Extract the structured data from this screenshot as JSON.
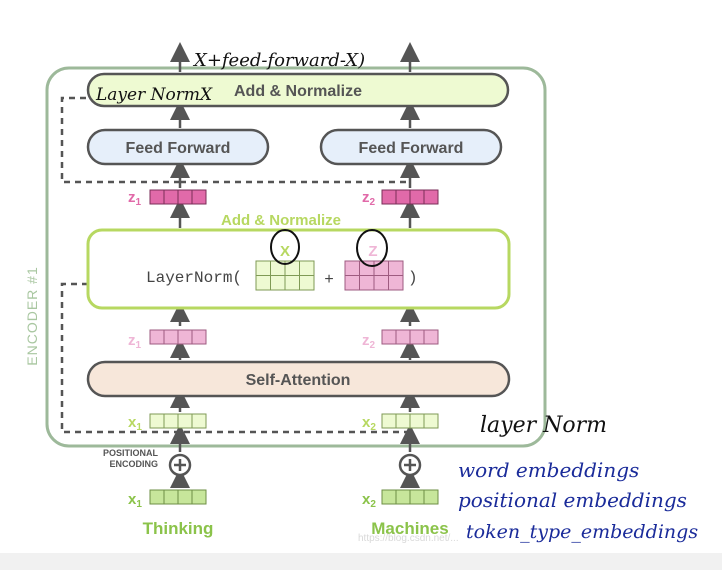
{
  "encoder_label": "ENCODER #1",
  "add_normalize_top": "Add & Normalize",
  "add_normalize_mid": "Add & Normalize",
  "feed_forward_left": "Feed Forward",
  "feed_forward_right": "Feed Forward",
  "self_attention": "Self-Attention",
  "layernorm_prefix": "LayerNorm(",
  "layernorm_plus": "+",
  "layernorm_suffix": ")",
  "matrix_x_label": "X",
  "matrix_z_label": "Z",
  "z1_label": "z",
  "z1_sub": "1",
  "z2_label": "z",
  "z2_sub": "2",
  "x1_label": "x",
  "x1_sub": "1",
  "x2_label": "x",
  "x2_sub": "2",
  "positional_encoding_line1": "POSITIONAL",
  "positional_encoding_line2": "ENCODING",
  "word_left": "Thinking",
  "word_right": "Machines",
  "handwriting": {
    "layer_norm_x": "Layer NormX",
    "feed_forward_x": "X+feed-forward-X)",
    "layer_norm_right": "layer Norm",
    "word_embeddings": "word embeddings",
    "positional_embeddings": "positional embeddings",
    "token_type_embeddings": "token_type_embeddings"
  },
  "watermark": "https://blog.csdn.net/...",
  "colors": {
    "encoder_border": "#9db99a",
    "box_blue_fill": "#e6effa",
    "box_green_fill": "#eefad2",
    "box_peach_fill": "#f7e7da",
    "lime_border": "#b7d861",
    "pink_strong": "#e16aa9",
    "pink_light": "#efb6d6",
    "green_cell": "#c7e69b",
    "green_text": "#8bc34a",
    "handwriting_blue": "#1a2b9a"
  }
}
